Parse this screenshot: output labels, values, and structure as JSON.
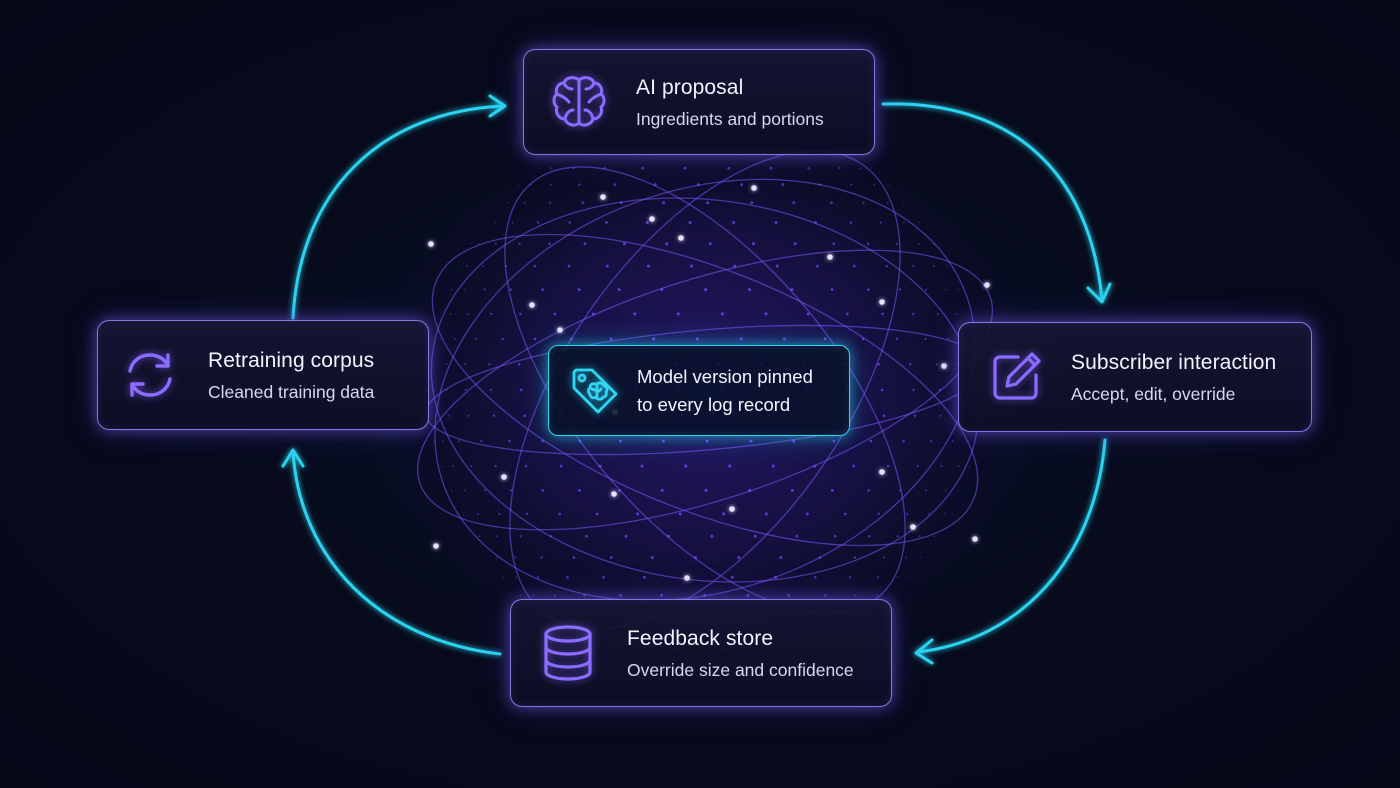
{
  "colors": {
    "background": "#060a18",
    "accent_purple": "#8b6cff",
    "accent_cyan": "#2fd6f2",
    "globe_dots": "#6f4bff"
  },
  "nodes": {
    "ai_proposal": {
      "title": "AI proposal",
      "subtitle": "Ingredients and portions",
      "icon": "brain-icon"
    },
    "subscriber_interaction": {
      "title": "Subscriber interaction",
      "subtitle": "Accept, edit, override",
      "icon": "edit-icon"
    },
    "feedback_store": {
      "title": "Feedback store",
      "subtitle": "Override size and confidence",
      "icon": "database-icon"
    },
    "retraining_corpus": {
      "title": "Retraining corpus",
      "subtitle": "Cleaned training data",
      "icon": "refresh-icon"
    }
  },
  "center": {
    "line1": "Model version pinned",
    "line2": "to every log record",
    "icon": "ai-tag-icon"
  },
  "flow": [
    "AI proposal",
    "Subscriber interaction",
    "Feedback store",
    "Retraining corpus"
  ]
}
